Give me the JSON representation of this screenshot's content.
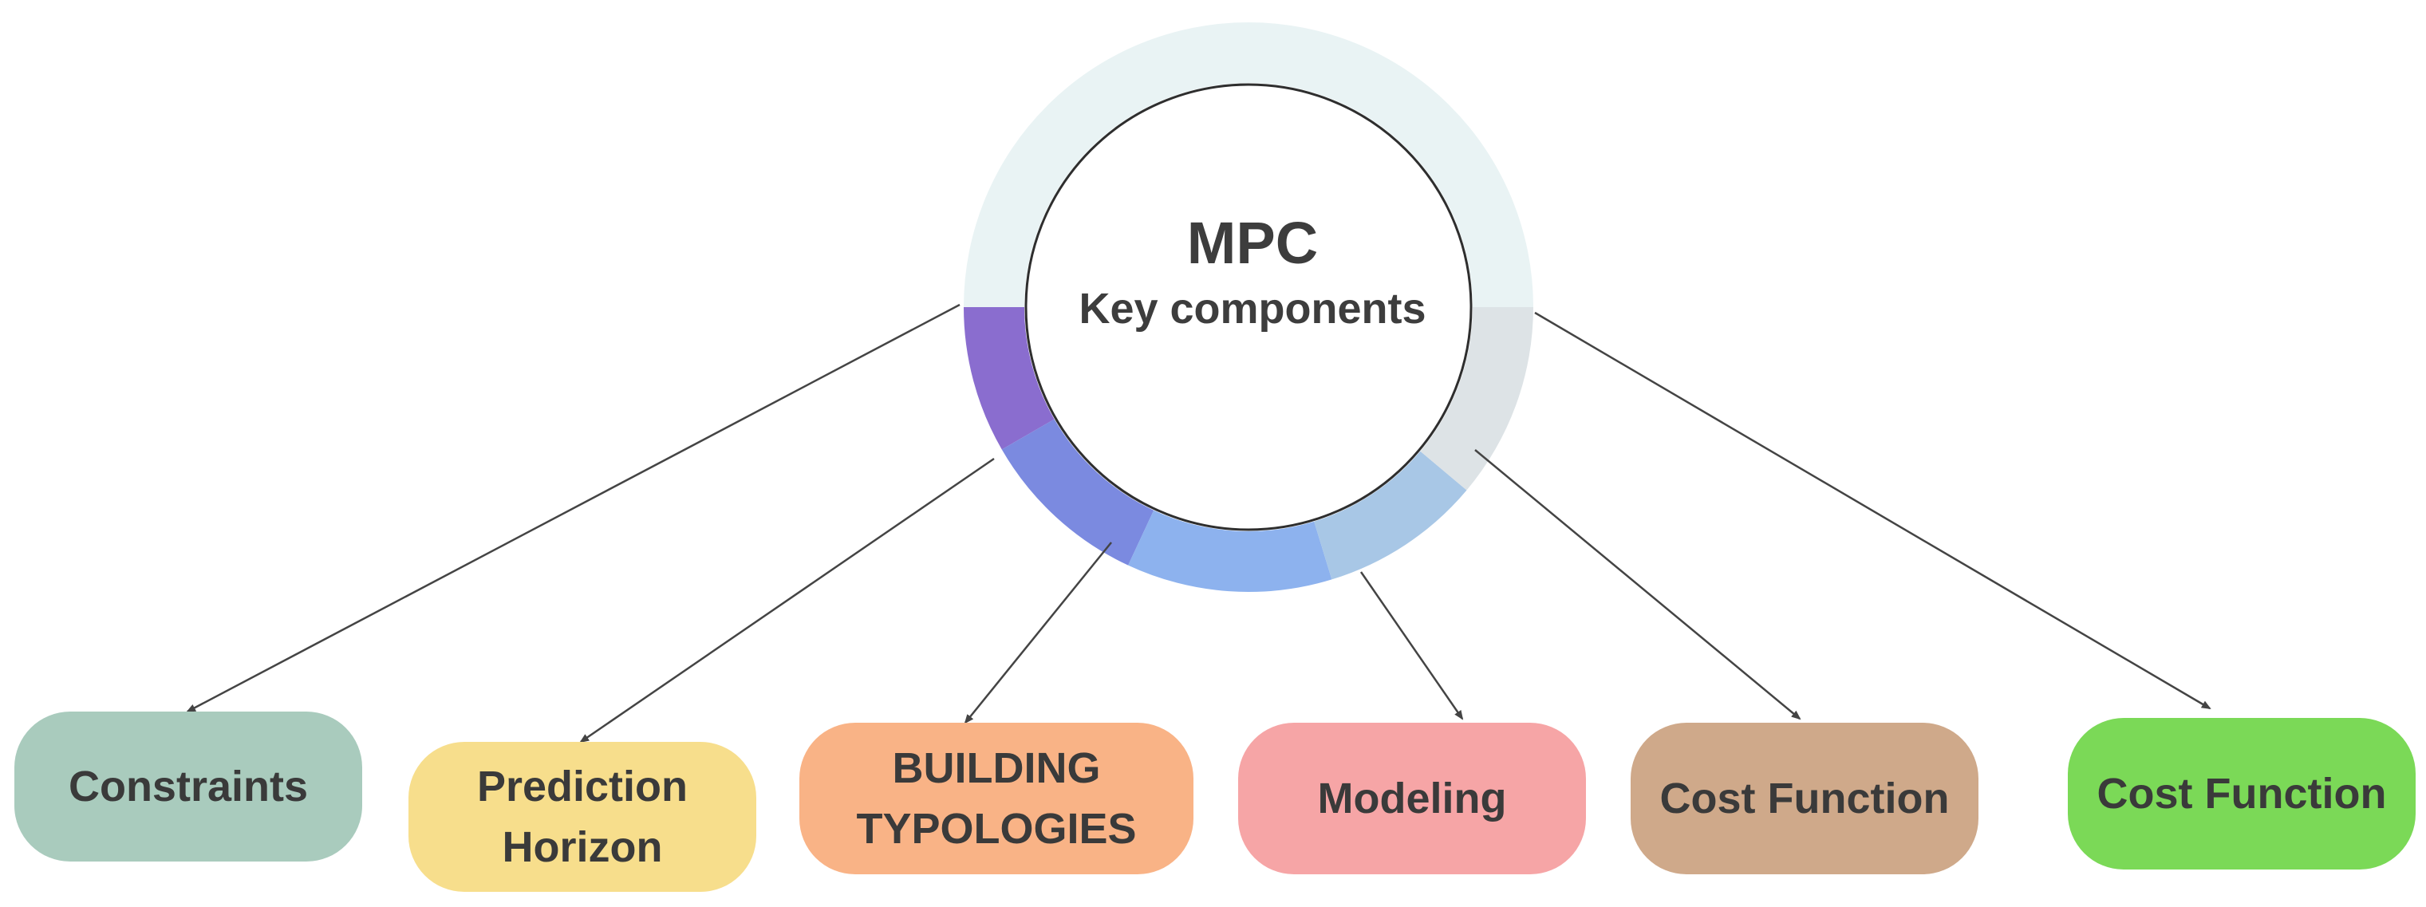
{
  "center": {
    "title": "MPC",
    "subtitle": "Key components"
  },
  "nodes": [
    {
      "id": "constraints",
      "lines": [
        "Constraints"
      ],
      "color": "#a9cbbd"
    },
    {
      "id": "prediction",
      "lines": [
        "Prediction",
        "Horizon"
      ],
      "color": "#f7de8c"
    },
    {
      "id": "typologies",
      "lines": [
        "BUILDING",
        "TYPOLOGIES"
      ],
      "color": "#f9b386"
    },
    {
      "id": "modeling",
      "lines": [
        "Modeling"
      ],
      "color": "#f6a5a6"
    },
    {
      "id": "costfunction1",
      "lines": [
        "Cost Function"
      ],
      "color": "#cfa98a"
    },
    {
      "id": "costfunction2",
      "lines": [
        "Cost Function"
      ],
      "color": "#7bd957"
    }
  ],
  "colors": {
    "ring_track": "#e9f3f4",
    "ring_segments": [
      "#8a6dcf",
      "#7b8ae0",
      "#8db2ee",
      "#a8c7e6",
      "#dde3e6"
    ],
    "connector": "#444444",
    "text": "#3a3a3a"
  }
}
